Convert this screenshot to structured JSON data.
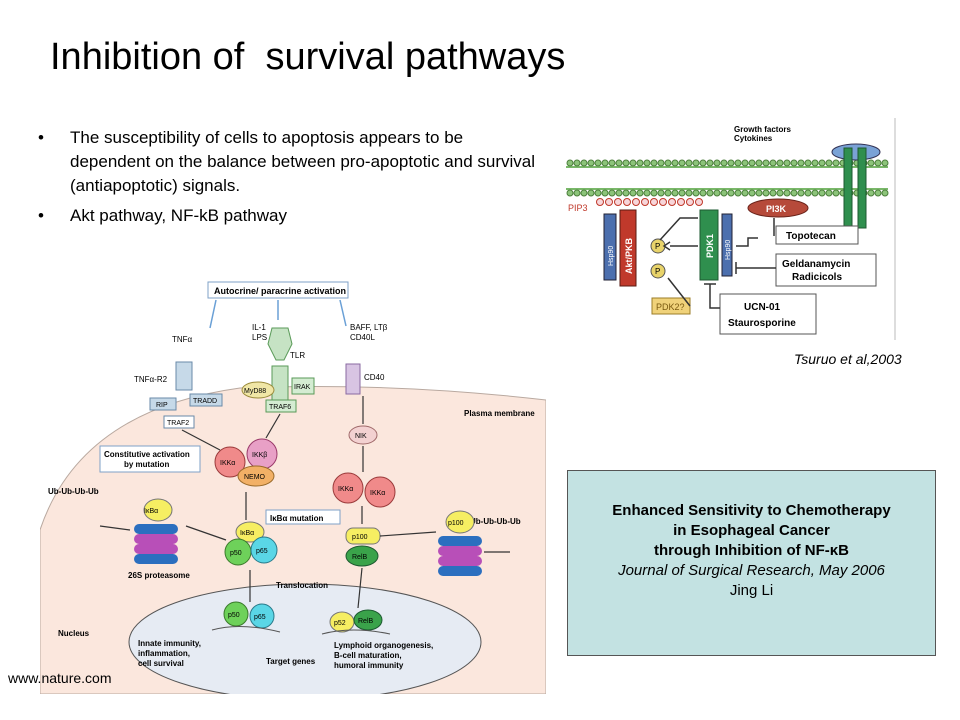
{
  "slide": {
    "title": "Inhibition of  survival pathways",
    "bullets": [
      "The susceptibility of cells to apoptosis appears to be dependent on the balance between pro-apoptotic and survival (antiapoptotic) signals.",
      "Akt pathway, NF-kB pathway"
    ]
  },
  "pi3k_figure": {
    "labels": {
      "growth_factors": "Growth factors",
      "cytokines": "Cytokines",
      "pip3": "PIP3",
      "pi3k": "PI3K",
      "akt": "Akt/PKB",
      "pdk1": "PDK1",
      "p": "P",
      "pdk2": "PDK2?",
      "topotecan": "Topotecan",
      "geldanamycin": "Geldanamycin",
      "radicicols": "Radicicols",
      "ucn": "UCN-01",
      "staurosporine": "Staurosporine",
      "hsp90a": "Hsp90",
      "hsp90b": "Hsp90"
    },
    "credit": "Tsuruo et al,2003"
  },
  "nfkb_figure": {
    "labels": {
      "activation": "Autocrine/ paracrine activation",
      "tnfa": "TNFα",
      "il1": "IL-1",
      "lps": "LPS",
      "baff": "BAFF, LTβ",
      "cd40l": "CD40L",
      "tnfar2": "TNFα-R2",
      "tlr": "TLR",
      "cd40": "CD40",
      "myd88": "MyD88",
      "irak": "IRAK",
      "traf6": "TRAF6",
      "rip": "RIP",
      "tradd": "TRADD",
      "traf2": "TRAF2",
      "plasma_membrane": "Plasma membrane",
      "nik": "NIK",
      "constitutive": "Constitutive activation",
      "by_mutation": "by mutation",
      "ikka": "IKKα",
      "ikkb": "IKKβ",
      "nemo": "NEMO",
      "ikka2": "IKKα",
      "ikka3": "IKKα",
      "ub_left": "Ub-Ub-Ub-Ub",
      "ub_right": "Ub-Ub-Ub-Ub",
      "ikba_left": "IκBα",
      "ikba_mid": "IκBα",
      "ikba_mutation": "IκBα mutation",
      "p50": "p50",
      "p65": "p65",
      "p100": "p100",
      "relb": "RelB",
      "p100_right": "p100",
      "proteasome": "26S proteasome",
      "translocation": "Translocation",
      "nucleus": "Nucleus",
      "p50_nuc": "p50",
      "p65_nuc": "p65",
      "p52_nuc": "p52",
      "relb_nuc": "RelB",
      "innate1": "Innate immunity,",
      "innate2": "inflammation,",
      "innate3": "cell survival",
      "target_genes": "Target genes",
      "lymph1": "Lymphoid organogenesis,",
      "lymph2": "B-cell maturation,",
      "lymph3": "humoral immunity"
    },
    "credit": "www.nature.com"
  },
  "infobox": {
    "line1": "Enhanced Sensitivity to Chemotherapy",
    "line2": "in Esophageal Cancer",
    "line3": "through Inhibition of NF-κB",
    "line4": "Journal of Surgical Research, May 2006",
    "line5": "Jing Li"
  }
}
